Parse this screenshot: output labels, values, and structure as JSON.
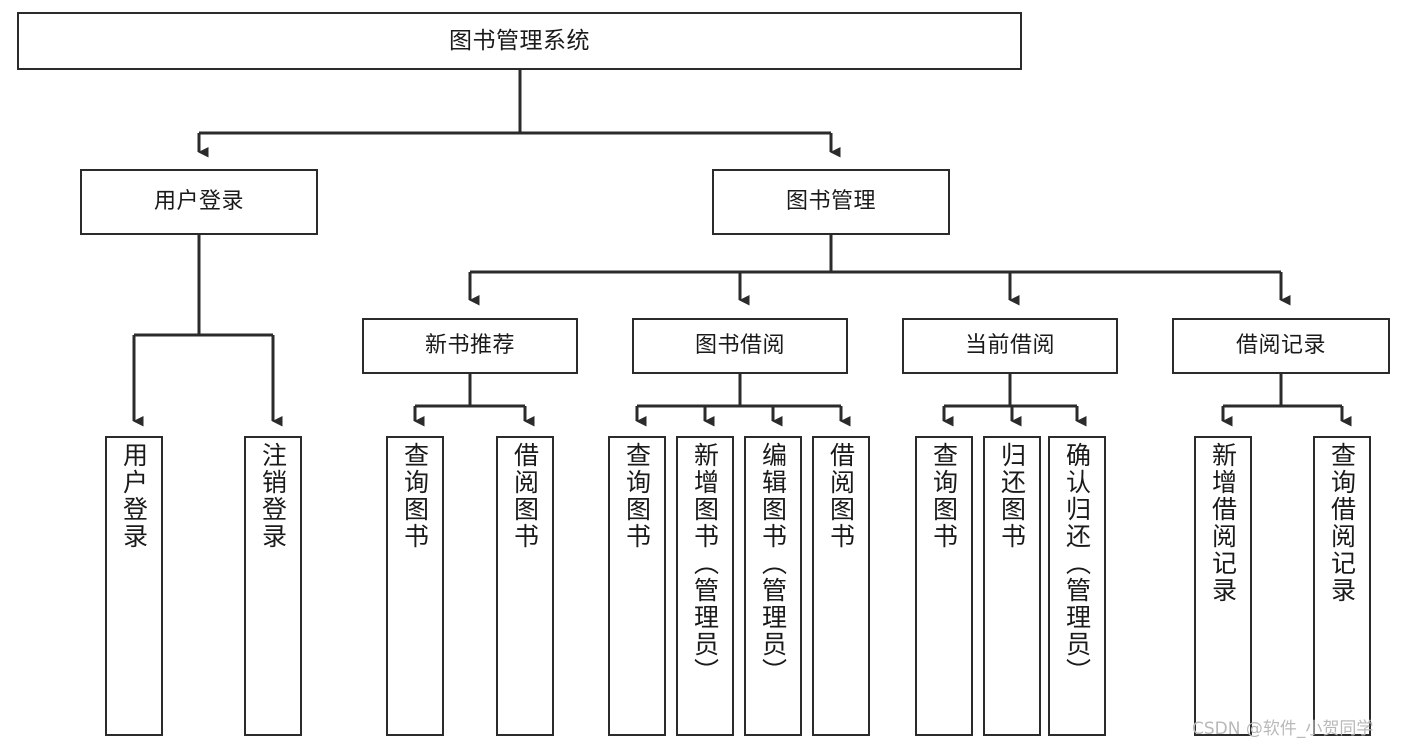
{
  "diagram": {
    "title": "图书管理系统",
    "type": "hierarchy-tree",
    "watermark": "CSDN @软件_小贺同学",
    "colors": {
      "box_border": "#2b2b2b",
      "box_fill": "#ffffff",
      "connector": "#2b2b2b",
      "text": "#1a1a1a",
      "watermark": "#b9b9b9",
      "background": "#ffffff"
    },
    "nodes": {
      "root": {
        "label": "图书管理系统",
        "level": 1,
        "orientation": "horizontal"
      },
      "l2": [
        {
          "id": "user-login",
          "label": "用户登录",
          "level": 2,
          "orientation": "horizontal"
        },
        {
          "id": "book-manage",
          "label": "图书管理",
          "level": 2,
          "orientation": "horizontal"
        }
      ],
      "l3": [
        {
          "id": "new-book-recommend",
          "label": "新书推荐",
          "level": 3,
          "orientation": "horizontal"
        },
        {
          "id": "book-borrow",
          "label": "图书借阅",
          "level": 3,
          "orientation": "horizontal"
        },
        {
          "id": "current-borrow",
          "label": "当前借阅",
          "level": 3,
          "orientation": "horizontal"
        },
        {
          "id": "borrow-record",
          "label": "借阅记录",
          "level": 3,
          "orientation": "horizontal"
        }
      ],
      "leaves": [
        {
          "id": "leaf-user-login",
          "label": "用户登录",
          "parent": "user-login",
          "orientation": "vertical"
        },
        {
          "id": "leaf-logout-login",
          "label": "注销登录",
          "parent": "user-login",
          "orientation": "vertical"
        },
        {
          "id": "leaf-query-book-1",
          "label": "查询图书",
          "parent": "new-book-recommend",
          "orientation": "vertical"
        },
        {
          "id": "leaf-borrow-book-1",
          "label": "借阅图书",
          "parent": "new-book-recommend",
          "orientation": "vertical"
        },
        {
          "id": "leaf-query-book-2",
          "label": "查询图书",
          "parent": "book-borrow",
          "orientation": "vertical"
        },
        {
          "id": "leaf-add-book",
          "label": "新增图书（管理员）",
          "parent": "book-borrow",
          "orientation": "vertical"
        },
        {
          "id": "leaf-edit-book",
          "label": "编辑图书（管理员）",
          "parent": "book-borrow",
          "orientation": "vertical"
        },
        {
          "id": "leaf-borrow-book-2",
          "label": "借阅图书",
          "parent": "book-borrow",
          "orientation": "vertical"
        },
        {
          "id": "leaf-query-book-3",
          "label": "查询图书",
          "parent": "current-borrow",
          "orientation": "vertical"
        },
        {
          "id": "leaf-return-book",
          "label": "归还图书",
          "parent": "current-borrow",
          "orientation": "vertical"
        },
        {
          "id": "leaf-confirm-return",
          "label": "确认归还（管理员）",
          "parent": "current-borrow",
          "orientation": "vertical"
        },
        {
          "id": "leaf-add-record",
          "label": "新增借阅记录",
          "parent": "borrow-record",
          "orientation": "vertical"
        },
        {
          "id": "leaf-query-record",
          "label": "查询借阅记录",
          "parent": "borrow-record",
          "orientation": "vertical"
        }
      ]
    }
  }
}
